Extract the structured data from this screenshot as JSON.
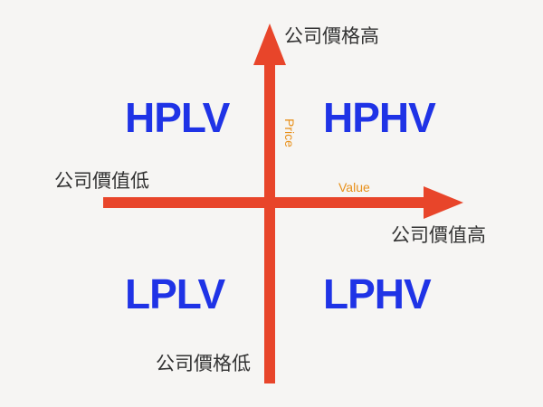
{
  "axes": {
    "color": "#e8452a",
    "vertical": {
      "name": "Price",
      "top_label": "公司價格高",
      "bottom_label": "公司價格低"
    },
    "horizontal": {
      "name": "Value",
      "left_label": "公司價值低",
      "right_label": "公司價值高"
    }
  },
  "quadrants": {
    "top_left": "HPLV",
    "top_right": "HPHV",
    "bottom_left": "LPLV",
    "bottom_right": "LPHV",
    "color": "#1f33e6"
  }
}
